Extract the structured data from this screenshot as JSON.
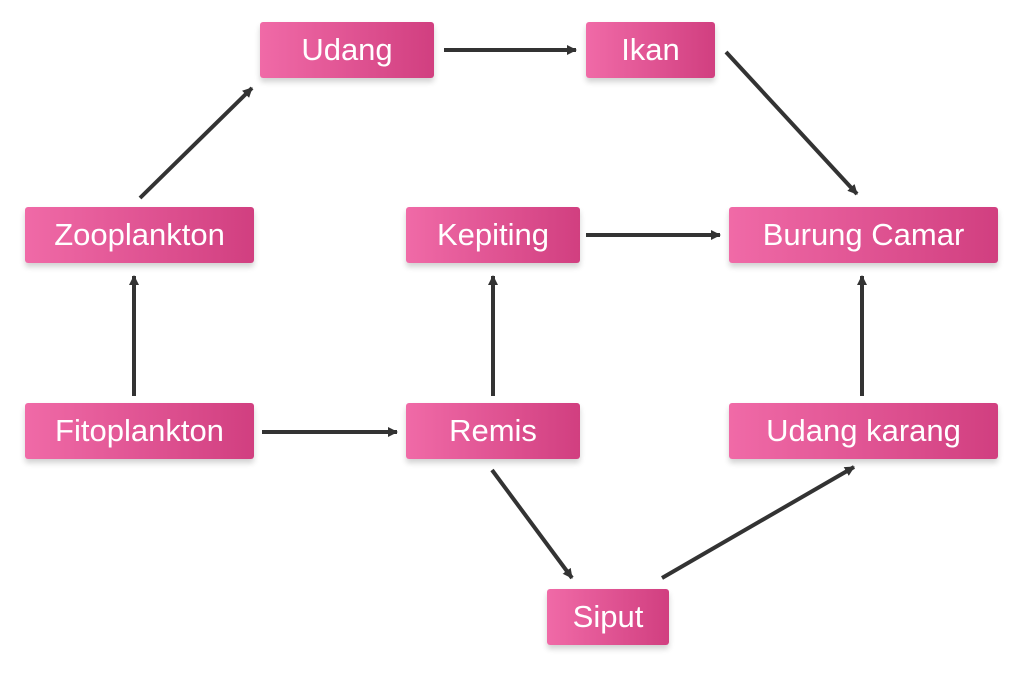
{
  "diagram": {
    "node_color_start": "#f06aa7",
    "node_color_end": "#d13f80",
    "arrow_color": "#333333",
    "nodes": {
      "udang": "Udang",
      "ikan": "Ikan",
      "zooplankton": "Zooplankton",
      "kepiting": "Kepiting",
      "burung_camar": "Burung Camar",
      "fitoplankton": "Fitoplankton",
      "remis": "Remis",
      "udang_karang": "Udang karang",
      "siput": "Siput"
    },
    "edges": [
      {
        "from": "fitoplankton",
        "to": "zooplankton"
      },
      {
        "from": "zooplankton",
        "to": "udang"
      },
      {
        "from": "udang",
        "to": "ikan"
      },
      {
        "from": "ikan",
        "to": "burung_camar"
      },
      {
        "from": "fitoplankton",
        "to": "remis"
      },
      {
        "from": "remis",
        "to": "kepiting"
      },
      {
        "from": "kepiting",
        "to": "burung_camar"
      },
      {
        "from": "remis",
        "to": "siput"
      },
      {
        "from": "siput",
        "to": "udang_karang"
      },
      {
        "from": "udang_karang",
        "to": "burung_camar"
      }
    ]
  }
}
